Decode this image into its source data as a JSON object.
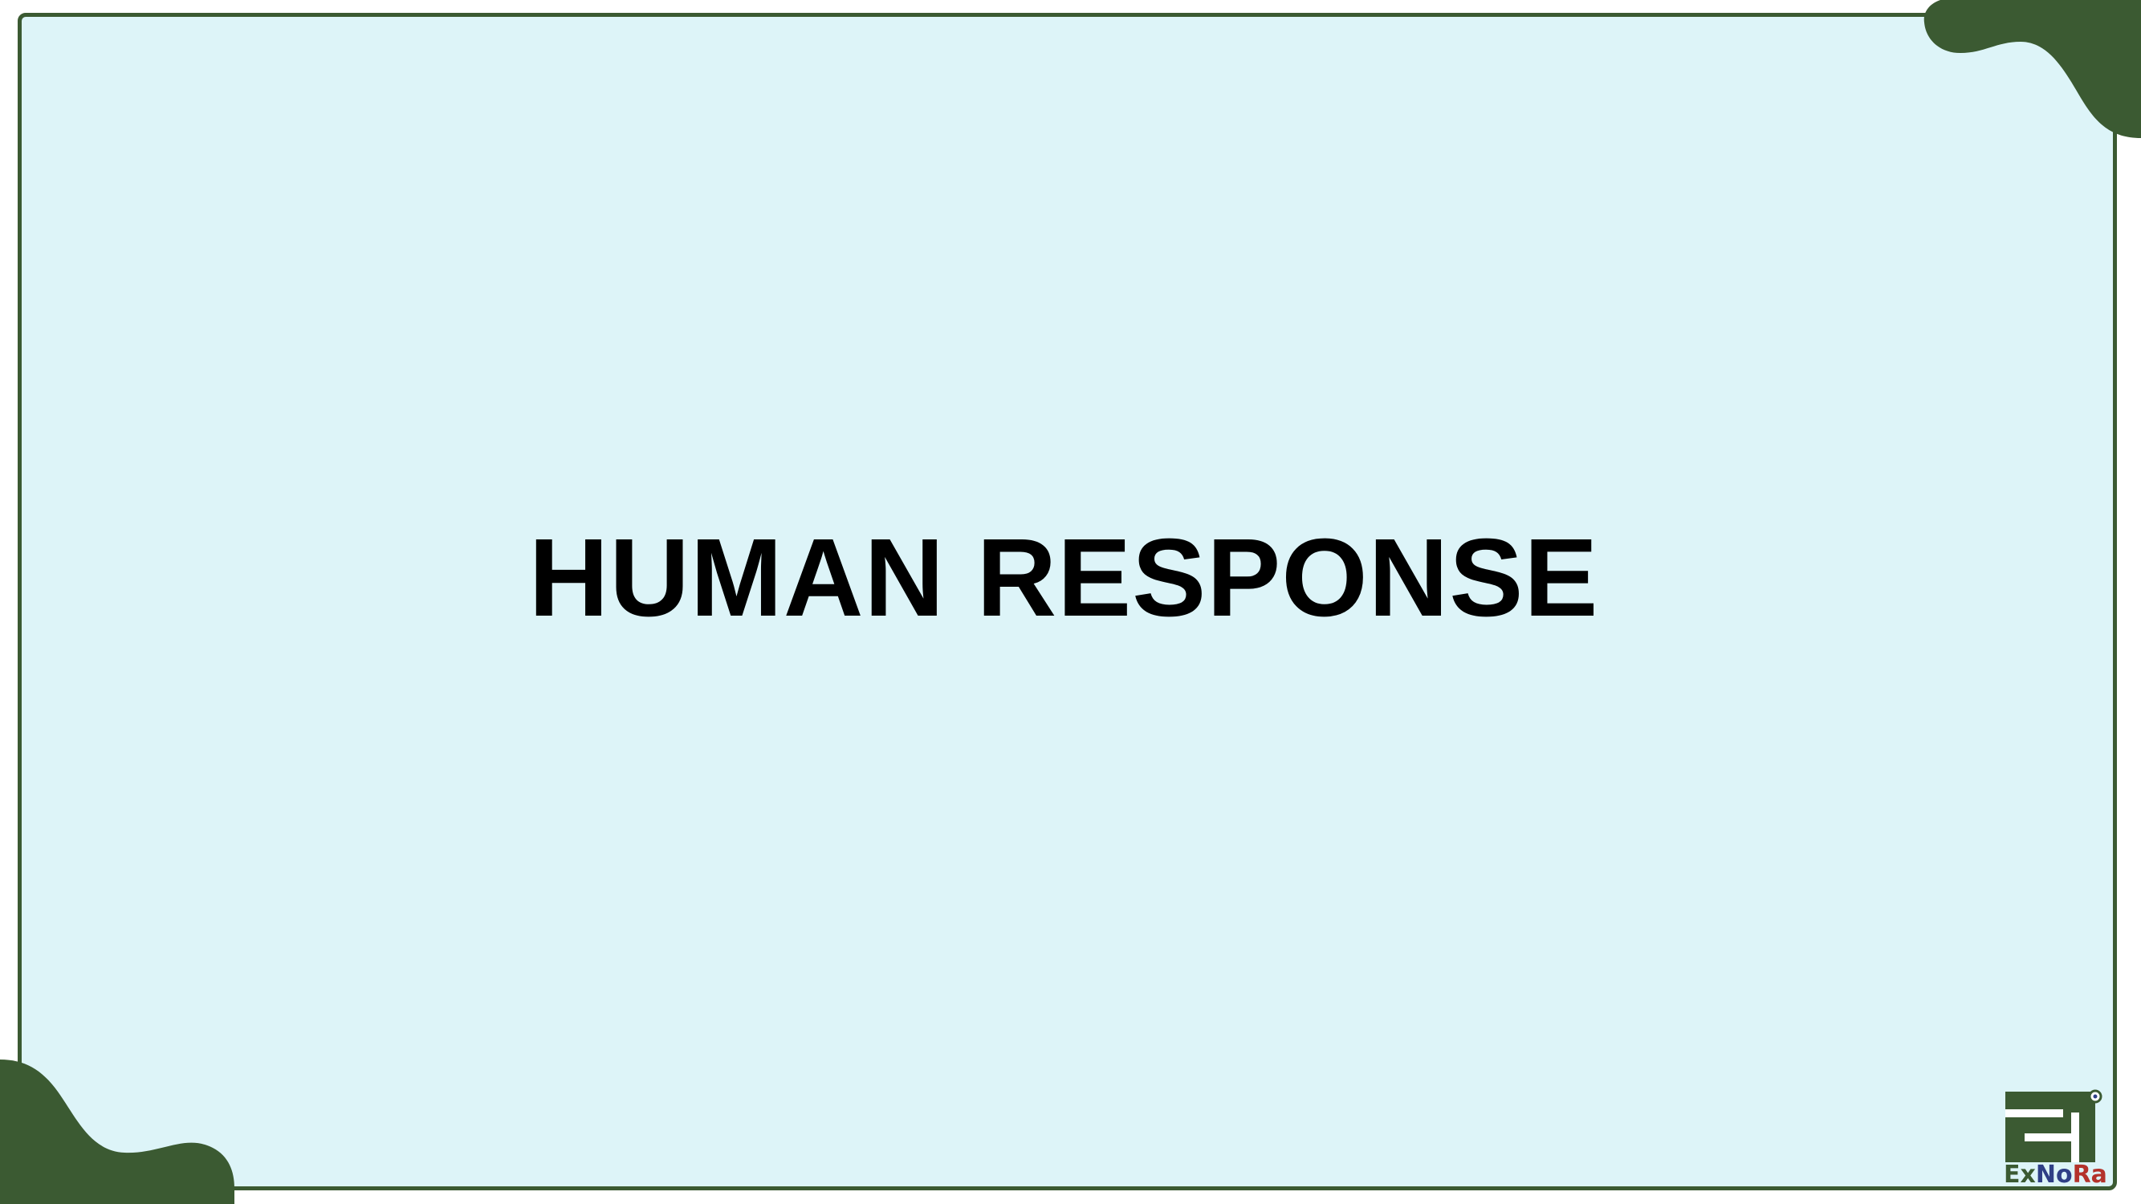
{
  "slide": {
    "title": "HUMAN RESPONSE"
  },
  "logo": {
    "part_ex": "Ex",
    "part_no": "No",
    "part_ra": "Ra",
    "icon": "exnora-logo-icon"
  },
  "colors": {
    "background": "#ddf4f8",
    "frame": "#3b5a32",
    "title": "#000000",
    "logo_ex": "#3b5a32",
    "logo_no": "#2f3f86",
    "logo_ra": "#b3322b"
  }
}
